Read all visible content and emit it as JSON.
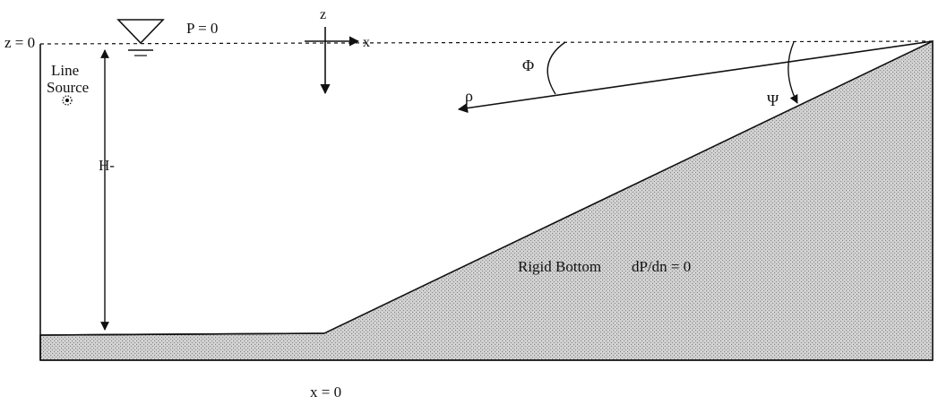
{
  "labels": {
    "z_equals_0": "z = 0",
    "pressure_release": "P = 0",
    "z_axis": "z",
    "x_axis": "x",
    "line_source_1": "Line",
    "line_source_2": "Source",
    "depth": "H-",
    "phi": "Φ",
    "psi": "Ψ",
    "rho": "ρ",
    "rigid_bottom": "Rigid Bottom",
    "boundary_condition": "dP/dn = 0",
    "x_equals_0": "x = 0"
  },
  "colors": {
    "ink": "#111111",
    "bottom_fill": "#c8c8c8"
  }
}
